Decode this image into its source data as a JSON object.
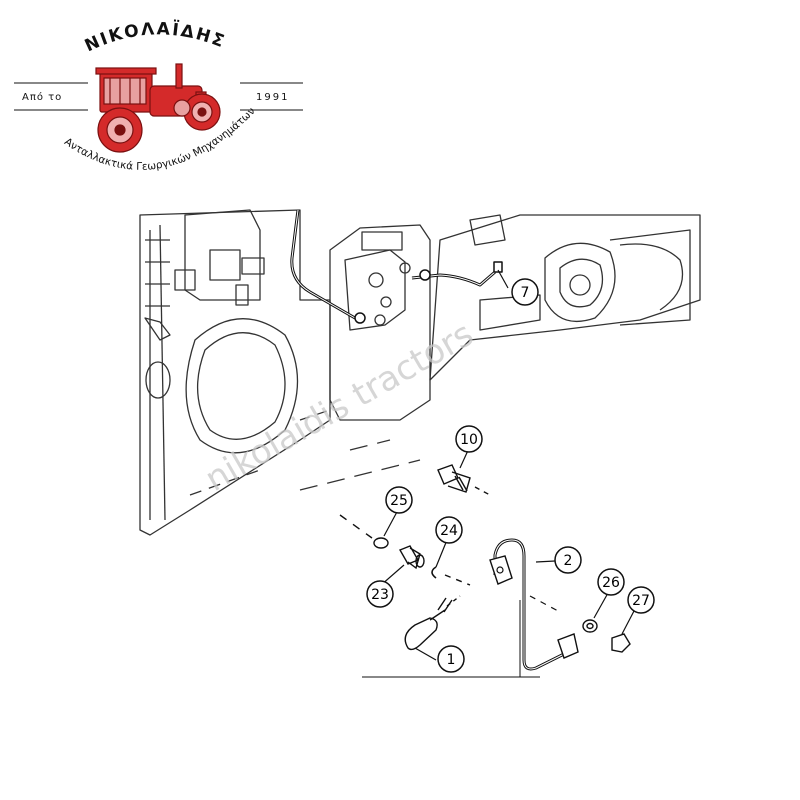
{
  "logo": {
    "brand_name": "ΝΙΚΟΛΑΪΔΗΣ",
    "since_label": "Από το",
    "since_year": "1991",
    "tagline": "Ανταλλακτικά Γεωργικών Μηχανημάτων",
    "icon": "tractor-icon",
    "accent_color": "#d42a2a"
  },
  "watermark": {
    "text": "nikolaidis tractors",
    "color": "#c8c8c8"
  },
  "callouts": [
    {
      "id": "7"
    },
    {
      "id": "10"
    },
    {
      "id": "25"
    },
    {
      "id": "24"
    },
    {
      "id": "2"
    },
    {
      "id": "23"
    },
    {
      "id": "26"
    },
    {
      "id": "27"
    },
    {
      "id": "1"
    }
  ]
}
